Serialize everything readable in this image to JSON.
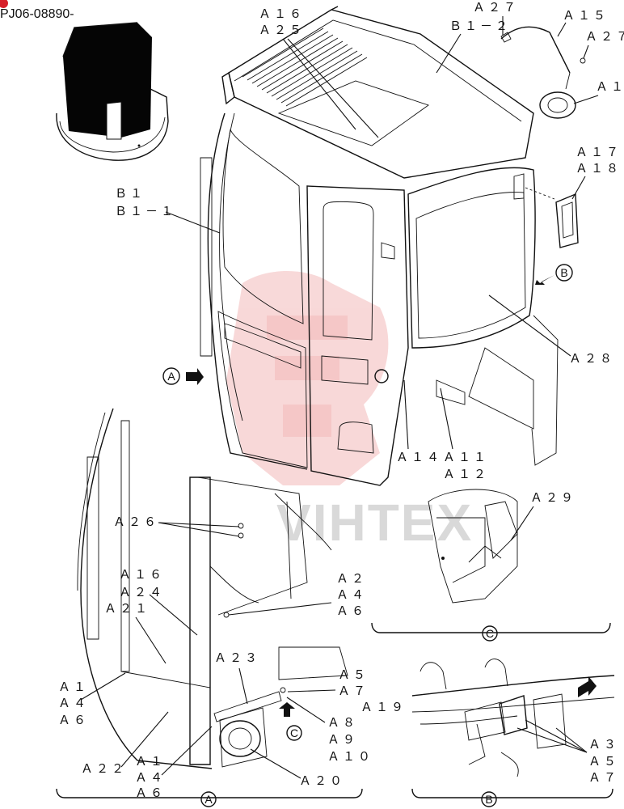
{
  "header": {
    "code": "PJ06-08890-"
  },
  "watermark": {
    "text": "VIHTEX"
  },
  "labels": {
    "a16_a25": [
      "Ａ１６",
      "Ａ２５"
    ],
    "a27_b12": [
      "Ａ２７",
      "Ｂ１－２"
    ],
    "a15": "Ａ１５",
    "a27": "Ａ２７",
    "a1": "Ａ１",
    "a17_a18": [
      "Ａ１７",
      "Ａ１８"
    ],
    "b1_b11": [
      "Ｂ１",
      "Ｂ１－１"
    ],
    "a28": "Ａ２８",
    "a14": "Ａ１４",
    "a11_a12": [
      "Ａ１１",
      "Ａ１２"
    ],
    "a29": "Ａ２９",
    "a26": "Ａ２６",
    "a16_a24_a21": [
      "Ａ１６",
      "Ａ２４",
      "Ａ２１"
    ],
    "a2_a4_a6": [
      "Ａ２",
      "Ａ４",
      "Ａ６"
    ],
    "a23": "Ａ２３",
    "a5_a7": [
      "Ａ５",
      "Ａ７"
    ],
    "a1_a4_a6_left": [
      "Ａ１",
      "Ａ４",
      "Ａ６"
    ],
    "a8_a9_a10": [
      "Ａ８",
      "Ａ９",
      "Ａ１０"
    ],
    "a22": "Ａ２２",
    "a1_a4_a6_bottom": [
      "Ａ１",
      "Ａ４",
      "Ａ６"
    ],
    "a20": "Ａ２０",
    "a19": "Ａ１９",
    "a3_a5_a7": [
      "Ａ３",
      "Ａ５",
      "Ａ７"
    ]
  },
  "callouts": {
    "A": "A",
    "B": "B",
    "C": "C"
  }
}
